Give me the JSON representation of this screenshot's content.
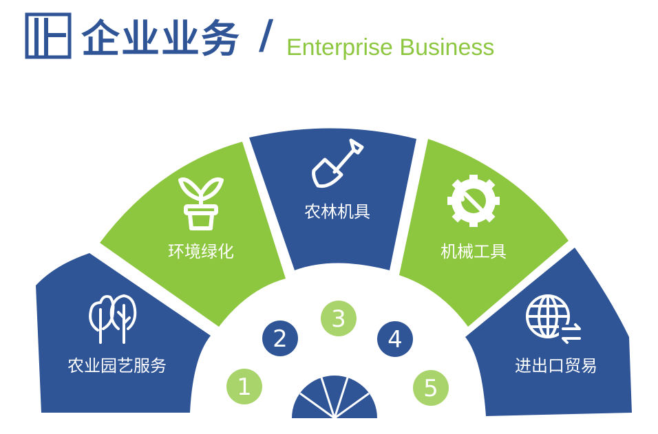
{
  "header": {
    "title_cn": "企业业务",
    "slash": "/",
    "title_en": "Enterprise Business",
    "logo_icon": "building-logo-icon"
  },
  "colors": {
    "blue": "#2F5597",
    "green": "#8DC63F",
    "light_green": "#A9D46B"
  },
  "segments": [
    {
      "label": "农业园艺服务",
      "icon": "trees-icon"
    },
    {
      "label": "环境绿化",
      "icon": "sprout-pot-icon"
    },
    {
      "label": "农林机具",
      "icon": "shovel-icon"
    },
    {
      "label": "机械工具",
      "icon": "gear-wrench-icon"
    },
    {
      "label": "进出口贸易",
      "icon": "globe-exchange-icon"
    }
  ],
  "numbers": [
    "1",
    "2",
    "3",
    "4",
    "5"
  ]
}
